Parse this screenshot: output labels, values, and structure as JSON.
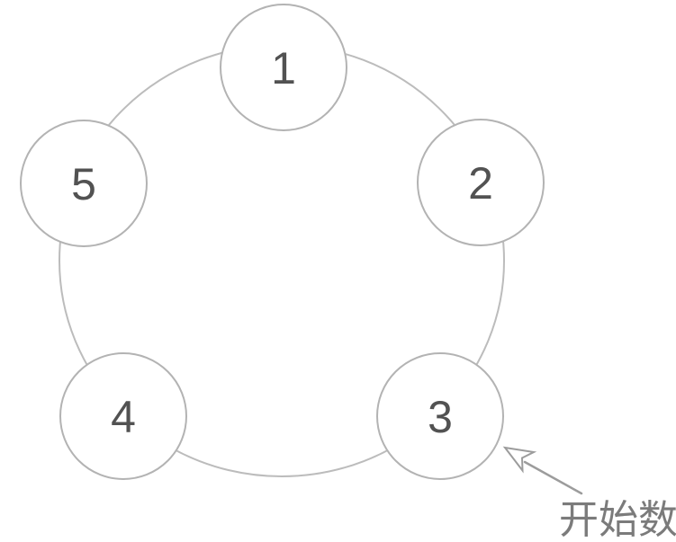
{
  "page": {
    "background": "#ffffff"
  },
  "diagram": {
    "type": "circular-counting-diagram",
    "nodes": [
      {
        "id": "node-1",
        "label": "1"
      },
      {
        "id": "node-2",
        "label": "2"
      },
      {
        "id": "node-3",
        "label": "3"
      },
      {
        "id": "node-4",
        "label": "4"
      },
      {
        "id": "node-5",
        "label": "5"
      }
    ],
    "annotation": {
      "text": "开始数",
      "points_to_node": "3"
    },
    "colors": {
      "background": "#ffffff",
      "ring": "#bcbcbc",
      "node_border": "#b3b3b3",
      "node_fill": "#ffffff",
      "number": "#525252",
      "arrow": "#9c9c9c",
      "annotation_text": "#7b7b7b"
    }
  }
}
